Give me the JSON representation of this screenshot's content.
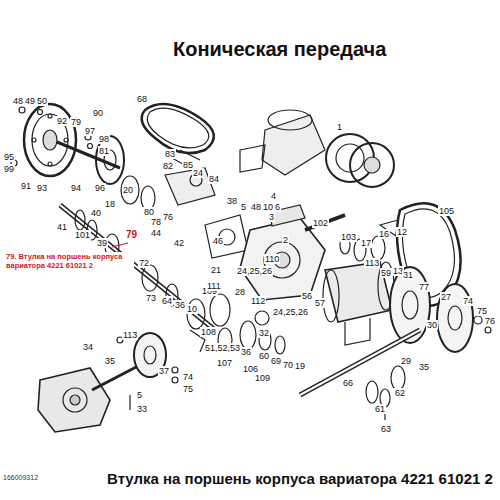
{
  "diagram": {
    "title": "Коническая передача",
    "caption": "Втулка на поршень корпуса вариатора 4221 61021 2",
    "labels": [
      "79. Втулка на поршень корпуса вариатора 4221 61021 2",
      "79",
      "166009312",
      "48",
      "49",
      "50",
      "90",
      "92",
      "79",
      "97",
      "98",
      "81",
      "95",
      "99",
      "91",
      "93",
      "94",
      "96",
      "68",
      "1",
      "83",
      "82",
      "85",
      "84",
      "24",
      "20",
      "80",
      "78",
      "76",
      "44",
      "40",
      "18",
      "41",
      "101",
      "39",
      "42",
      "46",
      "38",
      "5",
      "48",
      "10",
      "6",
      "4",
      "3",
      "102",
      "2",
      "103",
      "17",
      "16",
      "12",
      "72",
      "73",
      "64",
      "36",
      "10",
      "109",
      "110",
      "24,25,26",
      "21",
      "111",
      "112",
      "28",
      "56",
      "57",
      "108",
      "32",
      "51,52,53",
      "36",
      "60",
      "69",
      "70",
      "19",
      "107",
      "106",
      "109",
      "24,25,26",
      "113",
      "59",
      "13",
      "31",
      "105",
      "66",
      "61",
      "62",
      "63",
      "29",
      "35",
      "30",
      "77",
      "27",
      "74",
      "75",
      "76",
      "113",
      "34",
      "35",
      "37",
      "74",
      "75",
      "5",
      "33"
    ]
  }
}
